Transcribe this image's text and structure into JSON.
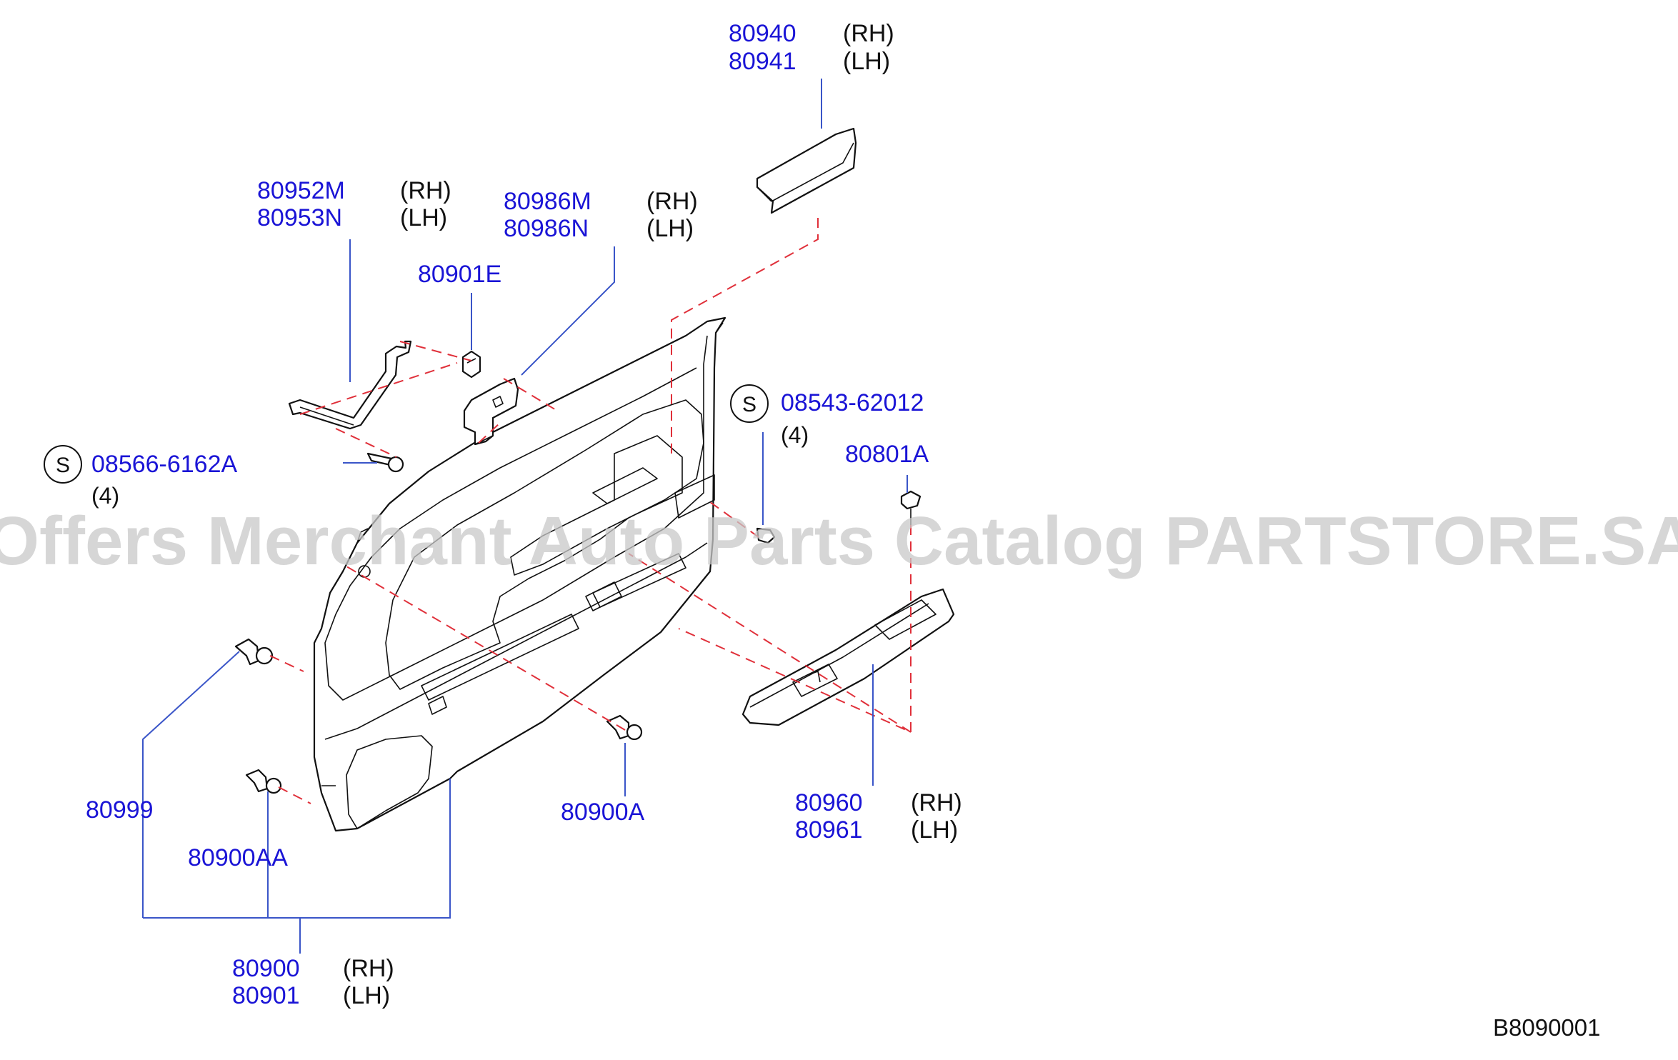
{
  "labels": {
    "armrest_cover_rh": "80940",
    "armrest_cover_lh": "80941",
    "bracket_rh": "80952M",
    "bracket_lh": "80953N",
    "holder_rh": "80986M",
    "holder_lh": "80986N",
    "clip_80901e": "80901E",
    "screw_a": "08566-6162A",
    "screw_a_qty": "(4)",
    "screw_b": "08543-62012",
    "screw_b_qty": "(4)",
    "screw_80801a": "80801A",
    "clip_80999": "80999",
    "clip_80900aa": "80900AA",
    "clip_80900a": "80900A",
    "finisher_rh": "80960",
    "finisher_lh": "80961",
    "trim_rh": "80900",
    "trim_lh": "80901",
    "rh": "(RH)",
    "lh": "(LH)",
    "std_symbol": "S",
    "diagram_code": "B8090001"
  },
  "watermark": "Offers Merchant Auto Parts Catalog PARTSTORE.SA",
  "colors": {
    "part_number": "#1a14d6",
    "leader_line": "#3a55c8",
    "phantom_line": "#e0303a",
    "outline": "#111111",
    "watermark": "#c8c8c8"
  }
}
